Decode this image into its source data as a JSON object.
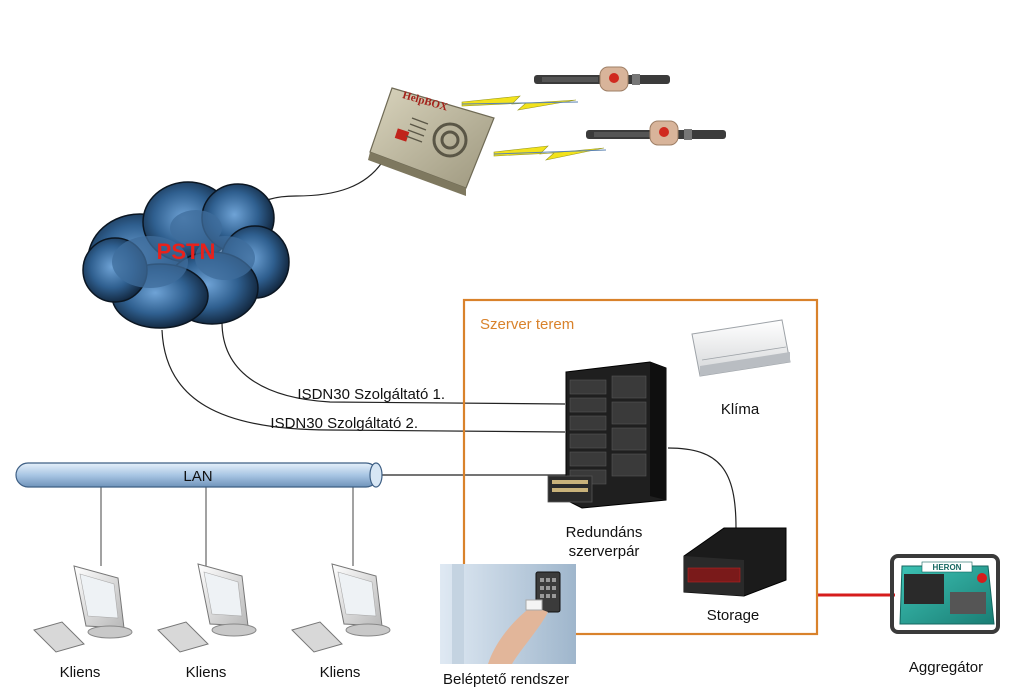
{
  "cloud": {
    "label": "PSTN"
  },
  "device": {
    "brand": "HelpBOX"
  },
  "lines": {
    "isdn1": "ISDN30 Szolgáltató 1.",
    "isdn2": "ISDN30 Szolgáltató 2."
  },
  "lan": {
    "label": "LAN"
  },
  "server_room": {
    "title": "Szerver terem",
    "server_label_line1": "Redundáns",
    "server_label_line2": "szerverpár",
    "ac_label": "Klíma",
    "storage_label": "Storage"
  },
  "clients": [
    {
      "label": "Kliens"
    },
    {
      "label": "Kliens"
    },
    {
      "label": "Kliens"
    }
  ],
  "access": {
    "label": "Beléptető rendszer"
  },
  "generator": {
    "label": "Aggregátor",
    "brand": "HERON"
  },
  "colors": {
    "room_border": "#d9822b",
    "power_line": "#d61c1c",
    "lan_pipe": "#a9c6e4",
    "pstn_text": "#e8211b",
    "generator": "#2aa59b"
  }
}
